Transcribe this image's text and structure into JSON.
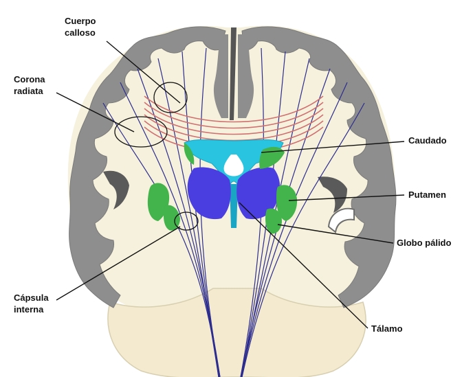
{
  "labels": {
    "cuerpo_calloso": {
      "line1": "Cuerpo",
      "line2": "calloso"
    },
    "corona_radiata": {
      "line1": "Corona",
      "line2": "radiata"
    },
    "caudado": "Caudado",
    "putamen": "Putamen",
    "globo_palido": "Globo pálido",
    "capsula_interna": {
      "line1": "Cápsula",
      "line2": "interna"
    },
    "talamo": "Tálamo"
  },
  "colors": {
    "cortex": "#8e8e8e",
    "cortex_outline": "#7a7a7a",
    "white_matter": "#f6f1dc",
    "brainstem": "#f3ead0",
    "fibers": "#2d2d8e",
    "corpus_callosum_fibers": "#d07070",
    "caudate_ventricle": "#29c4e0",
    "caudate_dark": "#1aa5c4",
    "thalamus": "#4a3ee0",
    "putamen_globus": "#43b34b",
    "leader_lines": "#111111"
  }
}
